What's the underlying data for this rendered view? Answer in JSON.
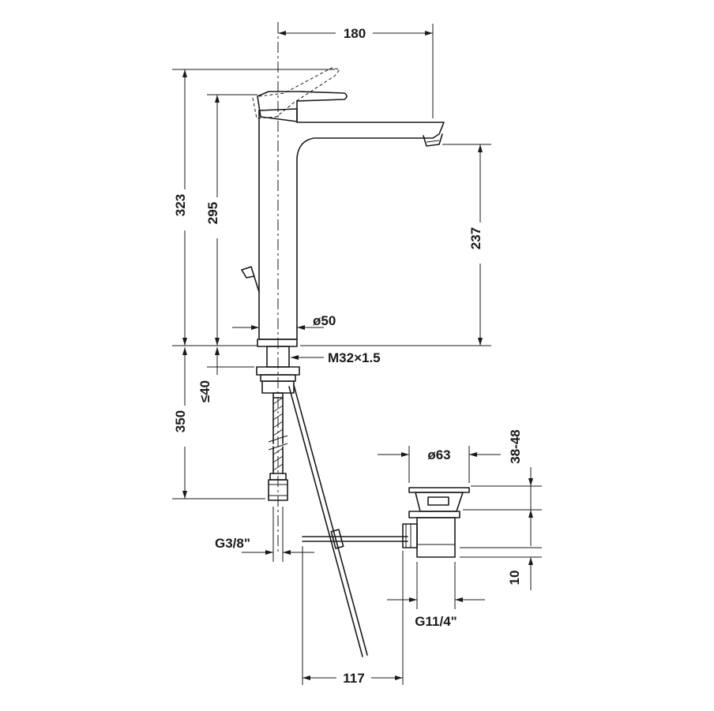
{
  "dimensions": {
    "spout_reach": "180",
    "total_height": "323",
    "lever_height": "295",
    "spout_height": "237",
    "body_diameter": "ø50",
    "thread": "M32×1.5",
    "hose_length": "350",
    "deck_thickness": "≤40",
    "hose_connection": "G3/8\"",
    "drain_diameter": "ø63",
    "basin_thickness": "38-48",
    "drain_thread": "G11/4\"",
    "drain_gap": "10",
    "rod_offset": "117"
  }
}
